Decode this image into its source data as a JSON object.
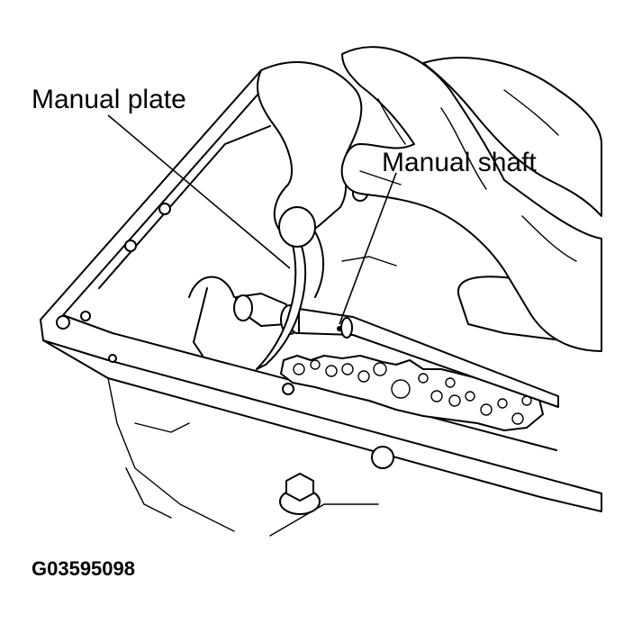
{
  "labels": {
    "manual_plate": "Manual plate",
    "manual_shaft": "Manual shaft",
    "figure_code": "G03595098"
  },
  "colors": {
    "line": "#000000",
    "background": "#ffffff"
  }
}
